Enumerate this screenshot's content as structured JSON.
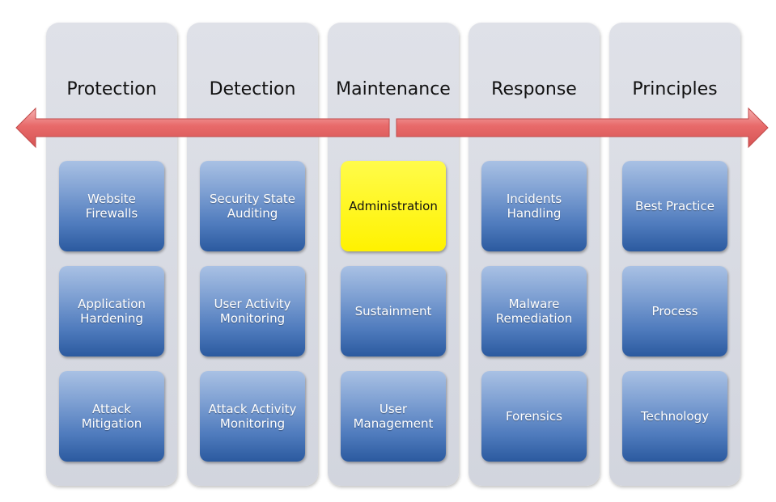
{
  "colors": {
    "column_bg": "#d9dbe3",
    "box_blue": "#4f7bbd",
    "box_highlight": "#fff200",
    "arrow_fill": "#e86a6a"
  },
  "columns": [
    {
      "title": "Protection",
      "boxes": [
        {
          "label": "Website\nFirewalls"
        },
        {
          "label": "Application\nHardening"
        },
        {
          "label": "Attack\nMitigation"
        }
      ]
    },
    {
      "title": "Detection",
      "boxes": [
        {
          "label": "Security State\nAuditing"
        },
        {
          "label": "User Activity\nMonitoring"
        },
        {
          "label": "Attack Activity\nMonitoring"
        }
      ]
    },
    {
      "title": "Maintenance",
      "boxes": [
        {
          "label": "Administration"
        },
        {
          "label": "Sustainment"
        },
        {
          "label": "User\nManagement"
        }
      ]
    },
    {
      "title": "Response",
      "boxes": [
        {
          "label": "Incidents\nHandling"
        },
        {
          "label": "Malware\nRemediation"
        },
        {
          "label": "Forensics"
        }
      ]
    },
    {
      "title": "Principles",
      "boxes": [
        {
          "label": "Best Practice"
        },
        {
          "label": "Process"
        },
        {
          "label": "Technology"
        }
      ]
    }
  ]
}
